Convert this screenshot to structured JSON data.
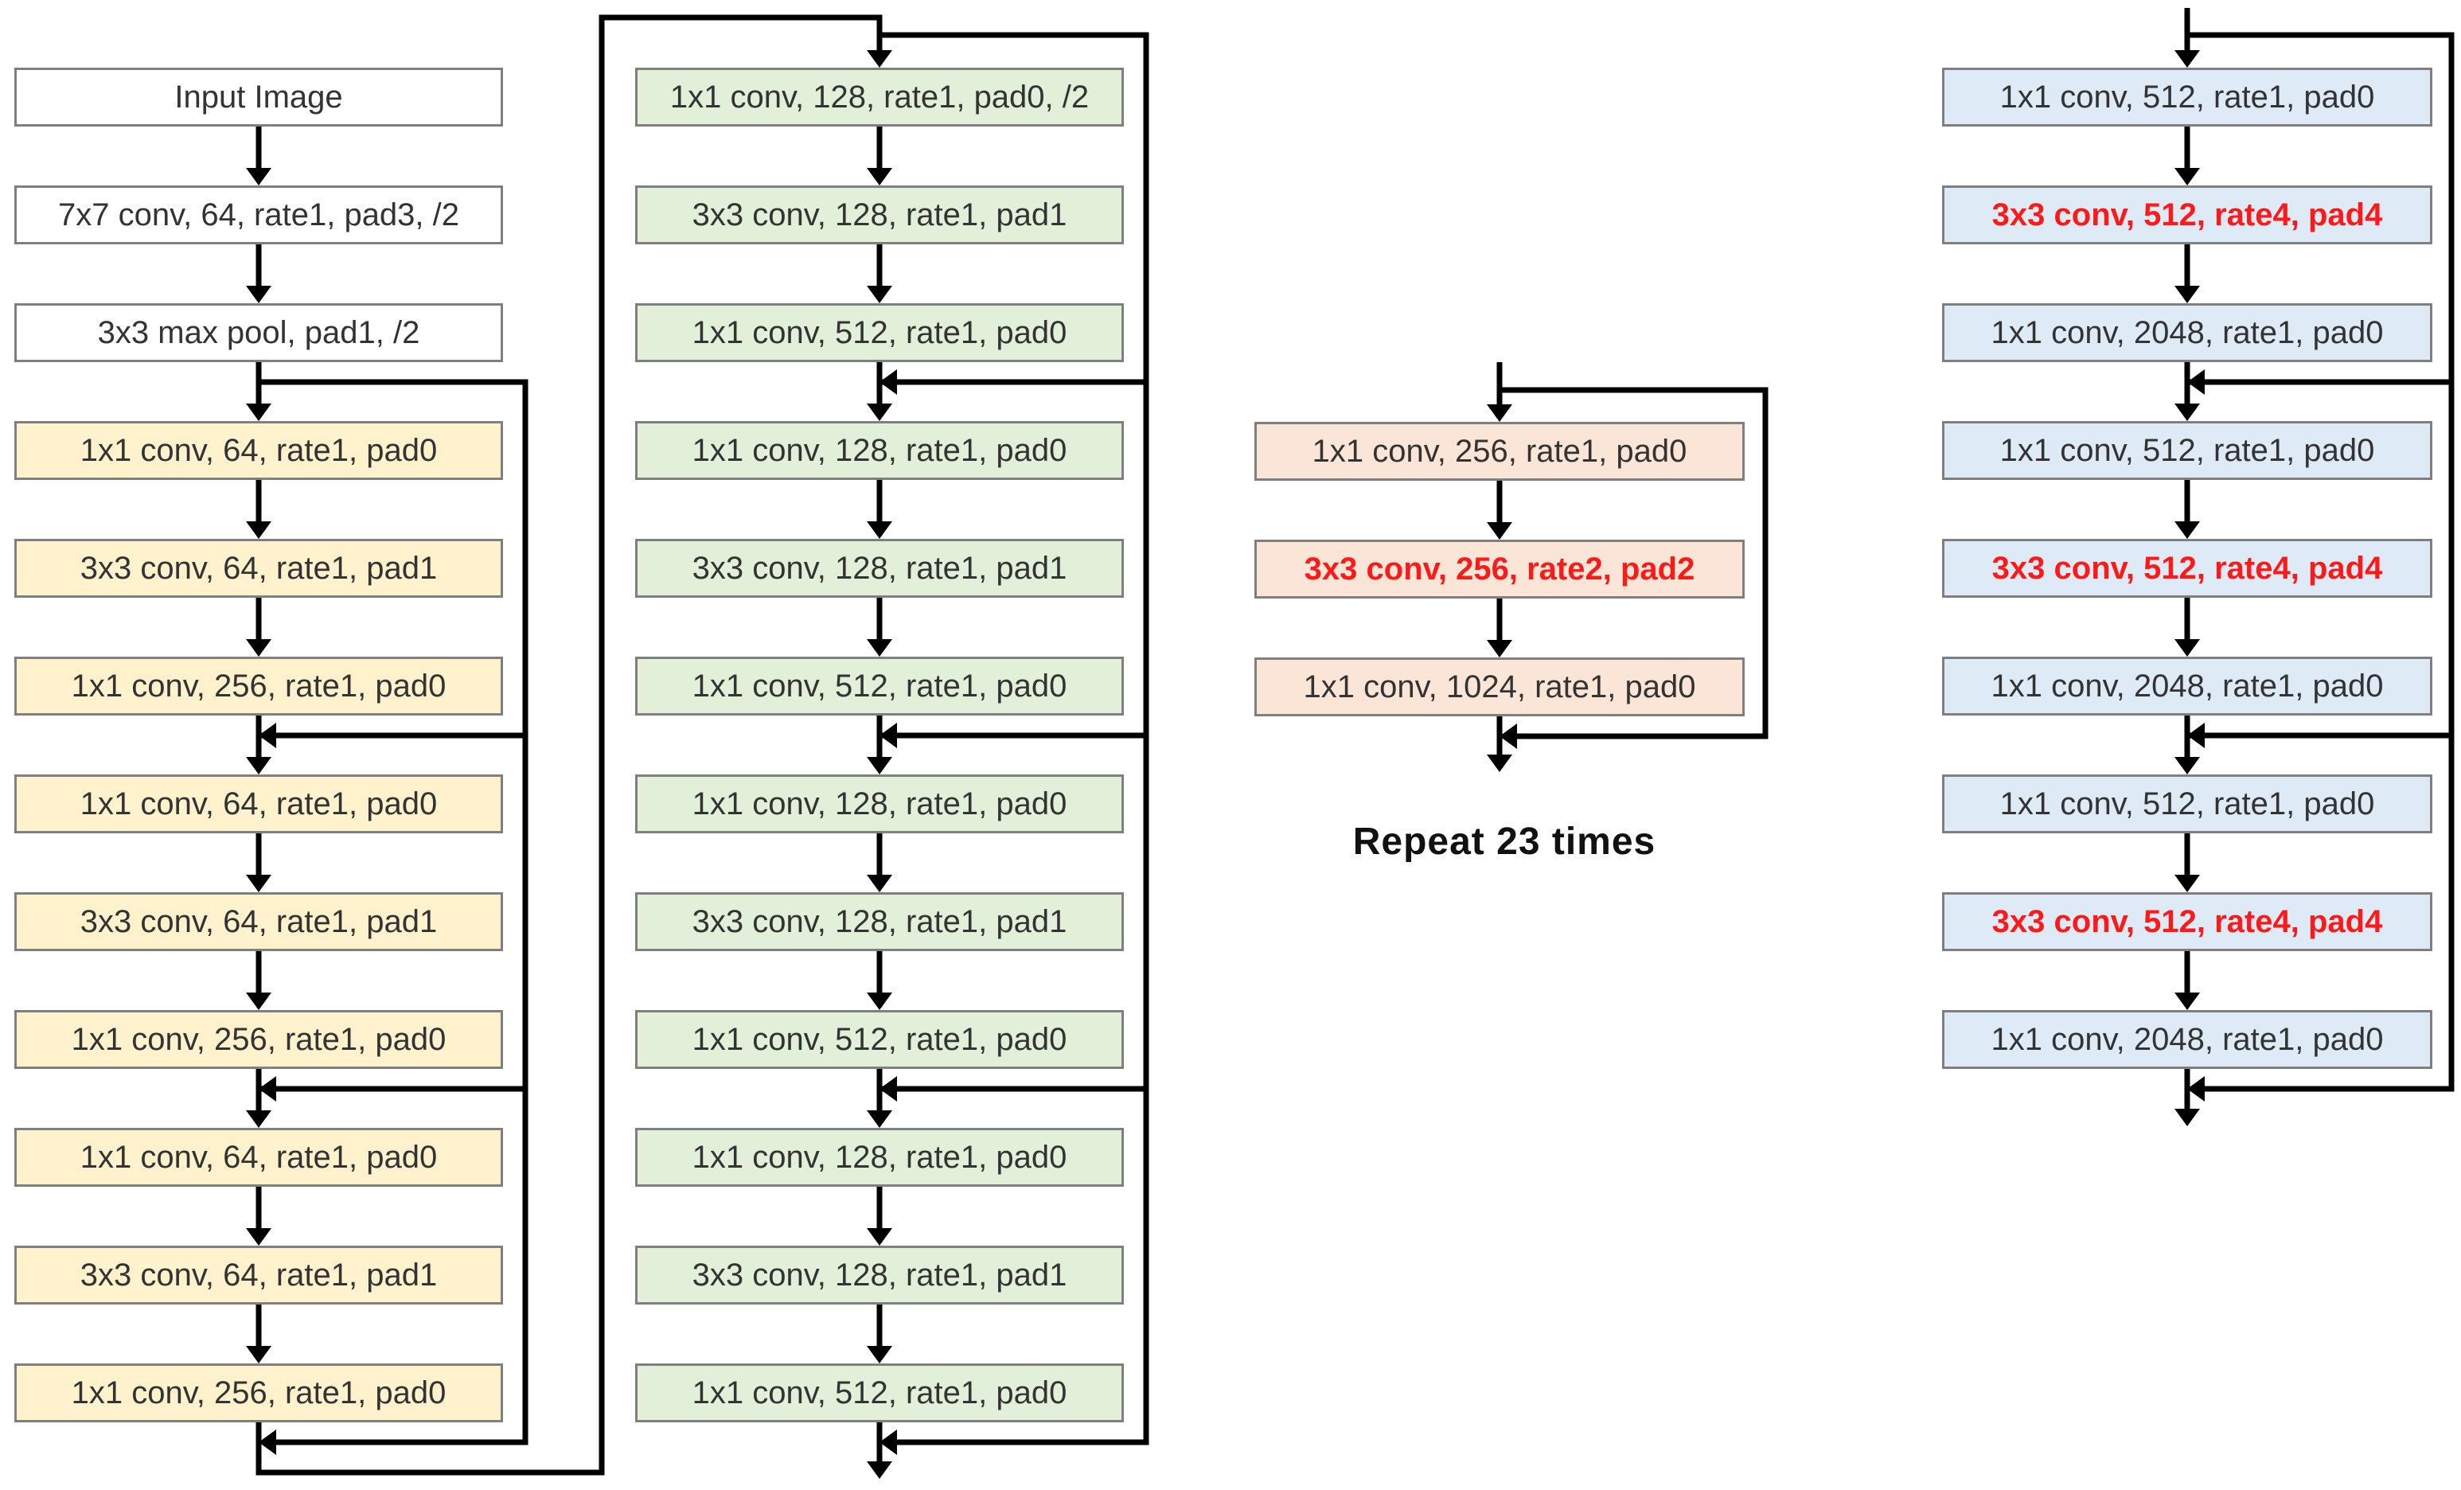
{
  "colors": {
    "stem": "#ffffff",
    "yellow": "#fff2cc",
    "green": "#e2f0d9",
    "orange": "#fbe5d6",
    "blue": "#deebf7",
    "border": "#7f7f7f",
    "highlight_text": "#ff1a1a",
    "arrow": "#000000"
  },
  "repeat_label": "Repeat 23 times",
  "columns": [
    {
      "id": "col1",
      "boxes": [
        {
          "label": "Input Image",
          "color": "stem"
        },
        {
          "label": "7x7 conv, 64, rate1, pad3, /2",
          "color": "stem"
        },
        {
          "label": "3x3 max pool, pad1, /2",
          "color": "stem"
        },
        {
          "label": "1x1 conv, 64, rate1, pad0",
          "color": "yellow"
        },
        {
          "label": "3x3 conv, 64, rate1, pad1",
          "color": "yellow"
        },
        {
          "label": "1x1 conv, 256, rate1, pad0",
          "color": "yellow"
        },
        {
          "label": "1x1 conv, 64, rate1, pad0",
          "color": "yellow"
        },
        {
          "label": "3x3 conv, 64, rate1, pad1",
          "color": "yellow"
        },
        {
          "label": "1x1 conv, 256, rate1, pad0",
          "color": "yellow"
        },
        {
          "label": "1x1 conv, 64, rate1, pad0",
          "color": "yellow"
        },
        {
          "label": "3x3 conv, 64, rate1, pad1",
          "color": "yellow"
        },
        {
          "label": "1x1 conv, 256, rate1, pad0",
          "color": "yellow"
        }
      ]
    },
    {
      "id": "col2",
      "boxes": [
        {
          "label": "1x1 conv, 128, rate1, pad0, /2",
          "color": "green"
        },
        {
          "label": "3x3 conv, 128, rate1, pad1",
          "color": "green"
        },
        {
          "label": "1x1 conv, 512, rate1, pad0",
          "color": "green"
        },
        {
          "label": "1x1 conv, 128, rate1, pad0",
          "color": "green"
        },
        {
          "label": "3x3 conv, 128, rate1, pad1",
          "color": "green"
        },
        {
          "label": "1x1 conv, 512, rate1, pad0",
          "color": "green"
        },
        {
          "label": "1x1 conv, 128, rate1, pad0",
          "color": "green"
        },
        {
          "label": "3x3 conv, 128, rate1, pad1",
          "color": "green"
        },
        {
          "label": "1x1 conv, 512, rate1, pad0",
          "color": "green"
        },
        {
          "label": "1x1 conv, 128, rate1, pad0",
          "color": "green"
        },
        {
          "label": "3x3 conv, 128, rate1, pad1",
          "color": "green"
        },
        {
          "label": "1x1 conv, 512, rate1, pad0",
          "color": "green"
        }
      ]
    },
    {
      "id": "col3",
      "boxes": [
        {
          "label": "1x1 conv, 256, rate1, pad0",
          "color": "orange"
        },
        {
          "label": "3x3 conv, 256, rate2, pad2",
          "color": "orange",
          "highlight": true
        },
        {
          "label": "1x1 conv, 1024, rate1, pad0",
          "color": "orange"
        }
      ]
    },
    {
      "id": "col4",
      "boxes": [
        {
          "label": "1x1 conv, 512, rate1, pad0",
          "color": "blue"
        },
        {
          "label": "3x3 conv, 512, rate4, pad4",
          "color": "blue",
          "highlight": true
        },
        {
          "label": "1x1 conv, 2048, rate1, pad0",
          "color": "blue"
        },
        {
          "label": "1x1 conv, 512, rate1, pad0",
          "color": "blue"
        },
        {
          "label": "3x3 conv, 512, rate4, pad4",
          "color": "blue",
          "highlight": true
        },
        {
          "label": "1x1 conv, 2048, rate1, pad0",
          "color": "blue"
        },
        {
          "label": "1x1 conv, 512, rate1, pad0",
          "color": "blue"
        },
        {
          "label": "3x3 conv, 512, rate4, pad4",
          "color": "blue",
          "highlight": true
        },
        {
          "label": "1x1 conv, 2048, rate1, pad0",
          "color": "blue"
        }
      ]
    }
  ]
}
